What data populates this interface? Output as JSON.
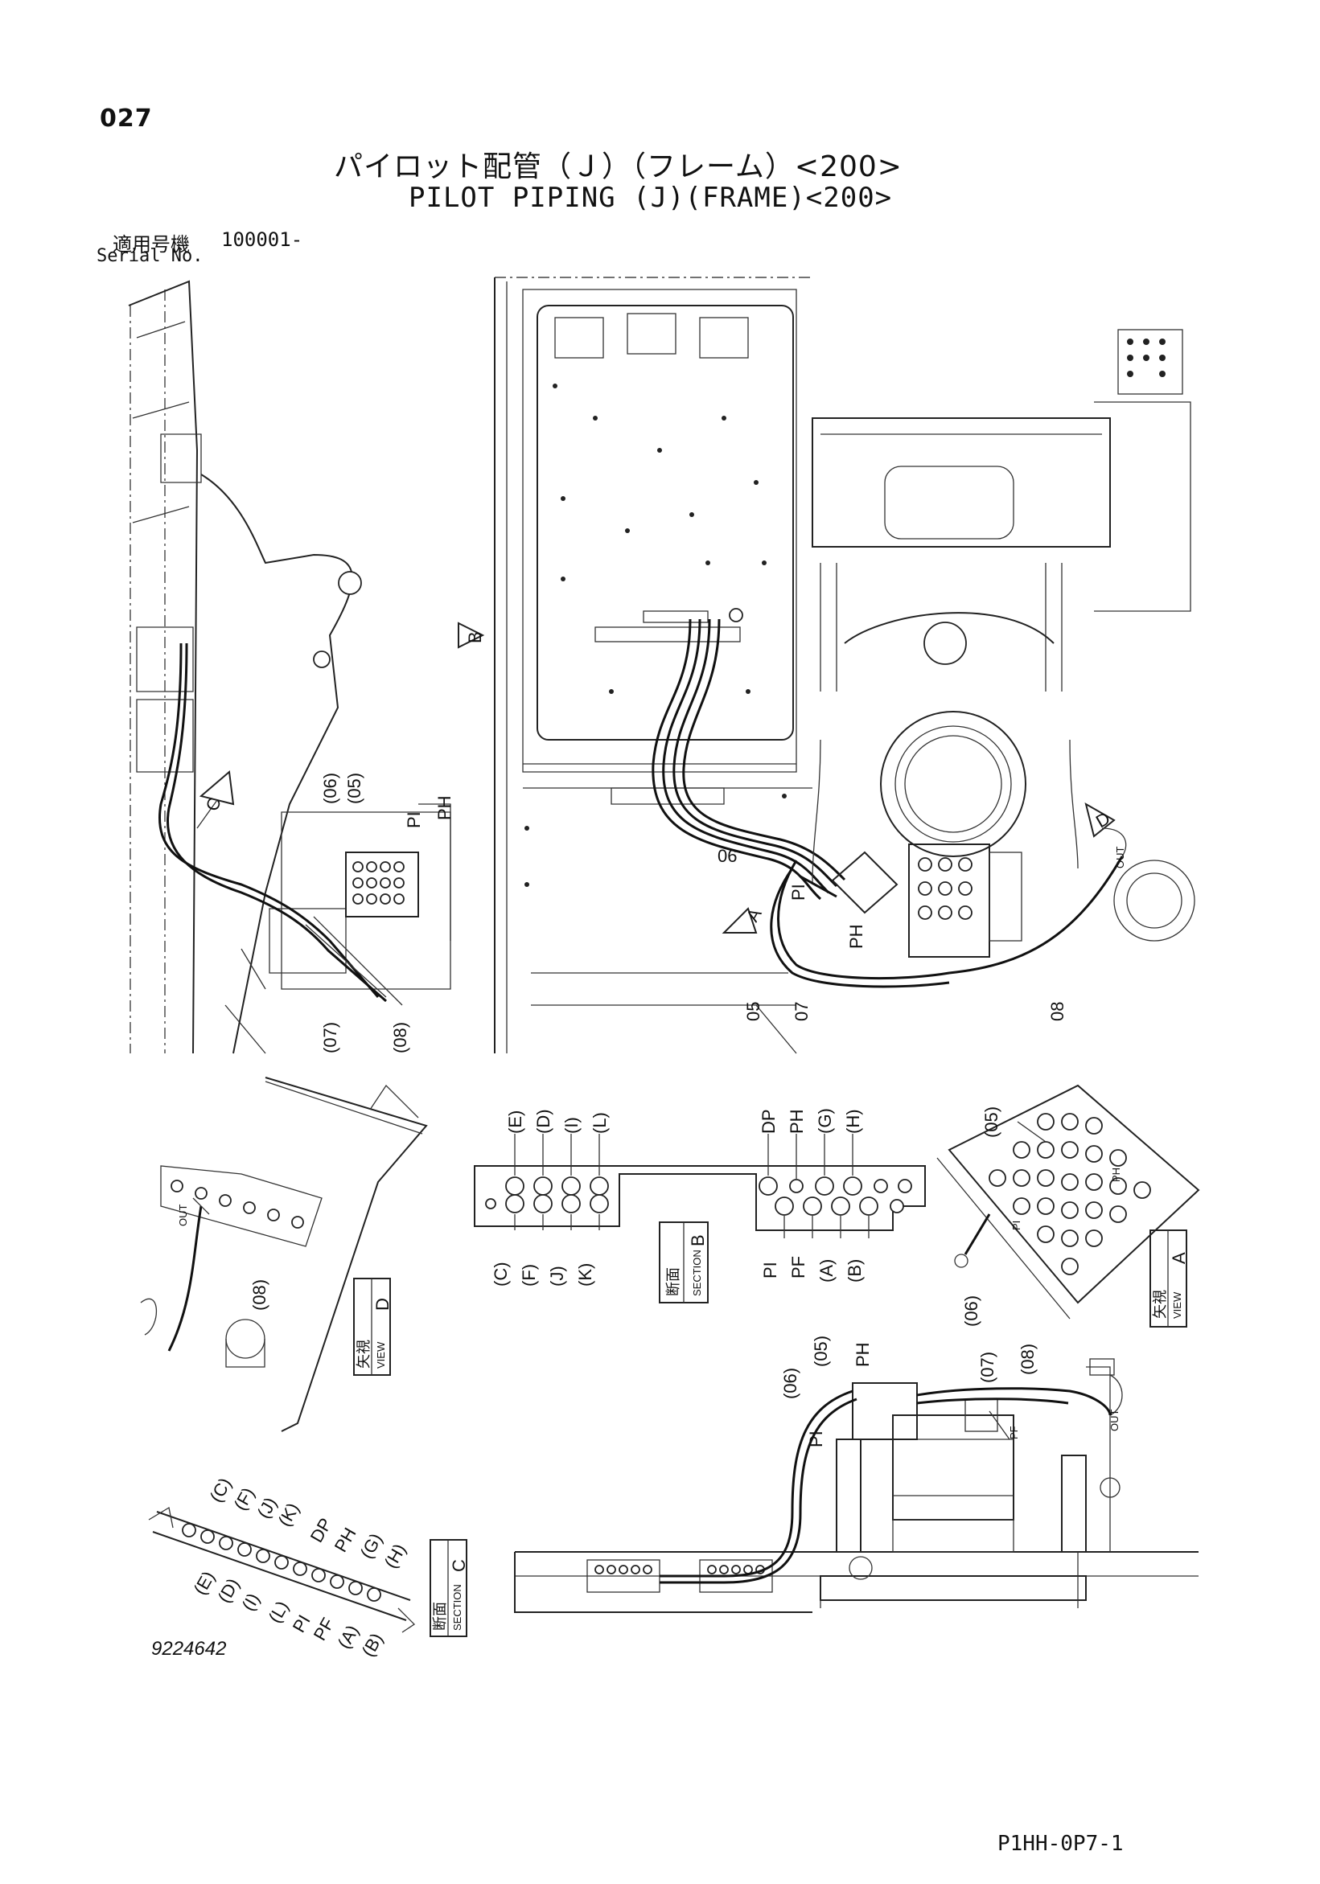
{
  "header": {
    "page_no": "027",
    "title_jp": "パイロット配管（Ｊ）（フレーム）<200>",
    "title_en": "PILOT PIPING (J)(FRAME)<200>",
    "serial_label_jp": "適用号機",
    "serial_value": "100001-",
    "serial_label_en": "Serial No."
  },
  "views": {
    "view_marker_b": "B",
    "view_marker_c": "C",
    "view_marker_d": "D",
    "view_marker_a": "A"
  },
  "callouts": {
    "p05": "(05)",
    "p06": "(06)",
    "p07": "(07)",
    "p08": "(08)",
    "n05": "05",
    "n06": "06",
    "n07": "07",
    "n08": "08",
    "pi": "PI",
    "ph": "PH",
    "pf": "PF",
    "dp": "DP",
    "e": "(E)",
    "d": "(D)",
    "i": "(I)",
    "l": "(L)",
    "c": "(C)",
    "f": "(F)",
    "j": "(J)",
    "k": "(K)",
    "g": "(G)",
    "h": "(H)",
    "a": "(A)",
    "b": "(B)",
    "out": "OUT"
  },
  "section_b": {
    "jp": "断面",
    "en": "SECTION",
    "letter": "B"
  },
  "section_c": {
    "jp": "断面",
    "en": "SECTION",
    "letter": "C"
  },
  "view_a": {
    "jp": "矢視",
    "en": "VIEW",
    "letter": "A"
  },
  "view_d": {
    "jp": "矢視",
    "en": "VIEW",
    "letter": "D"
  },
  "footer": {
    "drawing_no": "9224642",
    "doc_id": "P1HH-0P7-1"
  }
}
